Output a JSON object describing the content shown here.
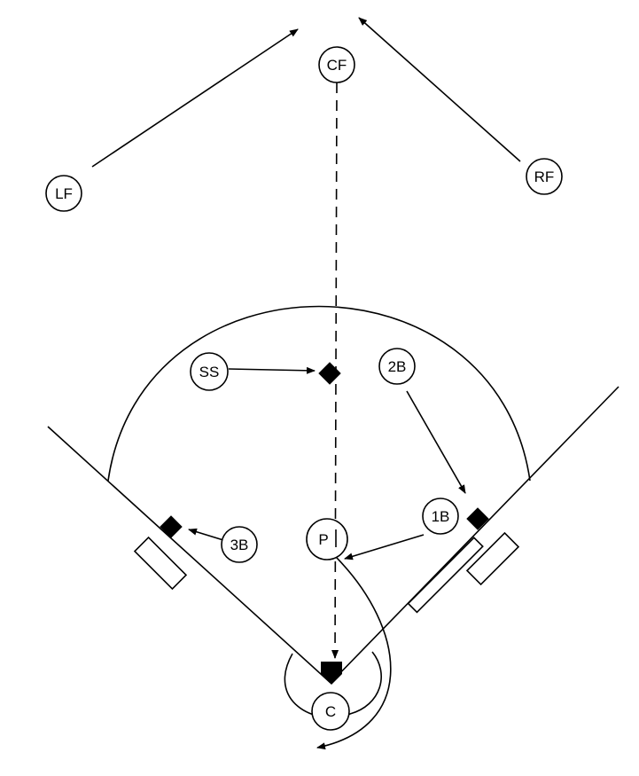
{
  "players": {
    "lf": "LF",
    "cf": "CF",
    "rf": "RF",
    "ss": "SS",
    "second_base": "2B",
    "first_base": "1B",
    "third_base": "3B",
    "pitcher": "P",
    "catcher": "C"
  },
  "colors": {
    "ink": "#000000",
    "background": "#ffffff"
  }
}
